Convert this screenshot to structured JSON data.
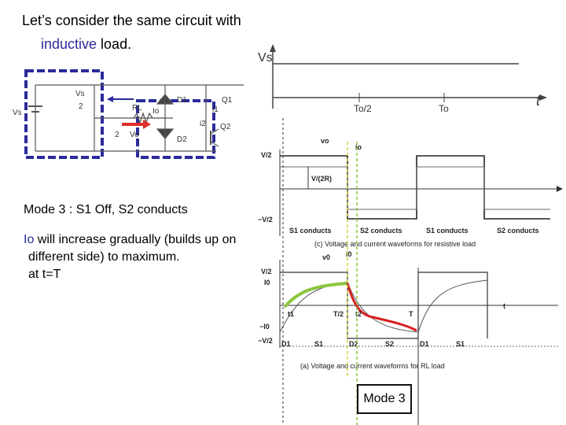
{
  "slide": {
    "title_line1": "Let’s consider the same circuit with",
    "title_line2_word": "inductive",
    "title_line2_rest": " load.",
    "mode_text": "Mode 3 : S1 Off, S2  conducts",
    "io_label": "Io",
    "io_line1_rest": " will increase gradually (builds up on",
    "io_line2": "different side) to maximum.",
    "io_line3": "at t=T",
    "mode_box": "Mode 3"
  },
  "vs_plot": {
    "vs_label": "Vs",
    "t_label": "t",
    "half_label": "To/2",
    "full_label": "To"
  },
  "circuit": {
    "labels": [
      "Vs",
      "Vs",
      "2",
      "RL",
      "Io",
      "Vo",
      "D1",
      "D2",
      "Q1",
      "Q2",
      "i1",
      "i2",
      "2"
    ]
  },
  "resistive_plot": {
    "v2": "V/2",
    "mv2": "−V/2",
    "vr": "V/(2R)",
    "vo": "vo",
    "io": "io",
    "s1": "S1 conducts",
    "s2": "S2 conducts",
    "s1b": "S1 conducts",
    "s2b": "S2 conducts",
    "caption": "(c)  Voltage  and  current  waveforms  for  resistive  load"
  },
  "rl_plot": {
    "v2": "V/2",
    "i0": "I0",
    "mi0": "−I0",
    "mv2": "−V/2",
    "vo": "v0",
    "io": "i0",
    "t1": "t1",
    "t_half": "T/2",
    "t2": "t2",
    "T": "T",
    "t": "t",
    "d1": "D1",
    "s1": "S1",
    "d2": "D2",
    "s2": "S2",
    "d1b": "D1",
    "s1b": "S1",
    "caption": "(a)  Voltage  and  current  waveforms  for  RL  load"
  },
  "colors": {
    "title_blue": "#2b2b9b",
    "dashed_box": "#2b2b9b",
    "arrow_red": "#e0302a",
    "curve_red": "#d61f1f",
    "curve_green": "#8cc63f",
    "marker_yellow": "#d4d040"
  }
}
